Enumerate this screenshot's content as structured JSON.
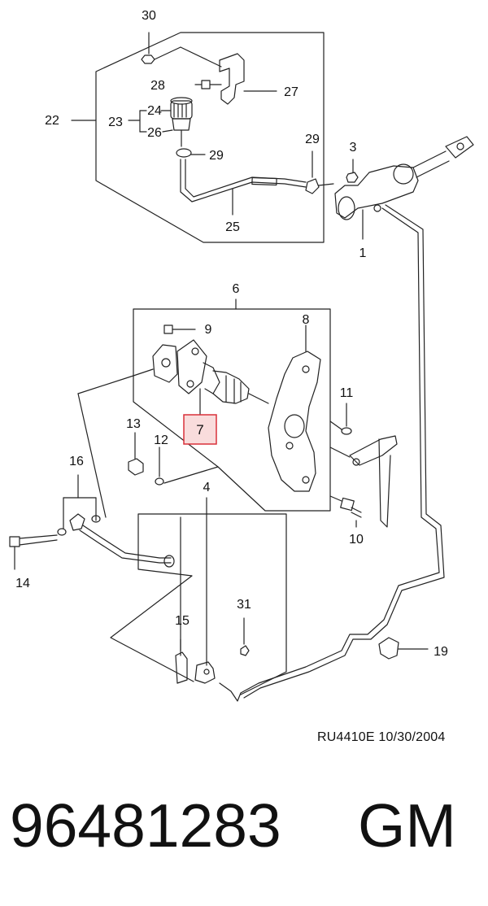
{
  "callouts": {
    "c1": "1",
    "c3": "3",
    "c4": "4",
    "c6": "6",
    "c7": "7",
    "c8": "8",
    "c9": "9",
    "c10": "10",
    "c11": "11",
    "c12": "12",
    "c13": "13",
    "c14": "14",
    "c15": "15",
    "c16": "16",
    "c19": "19",
    "c22": "22",
    "c23": "23",
    "c24": "24",
    "c25": "25",
    "c26": "26",
    "c27": "27",
    "c28": "28",
    "c29a": "29",
    "c29b": "29",
    "c30": "30",
    "c31": "31"
  },
  "highlight_color": "#d9303a",
  "highlight_fill": "#f9dcdc",
  "reference": "RU4410E  10/30/2004",
  "part_number": "96481283",
  "brand": "GM"
}
